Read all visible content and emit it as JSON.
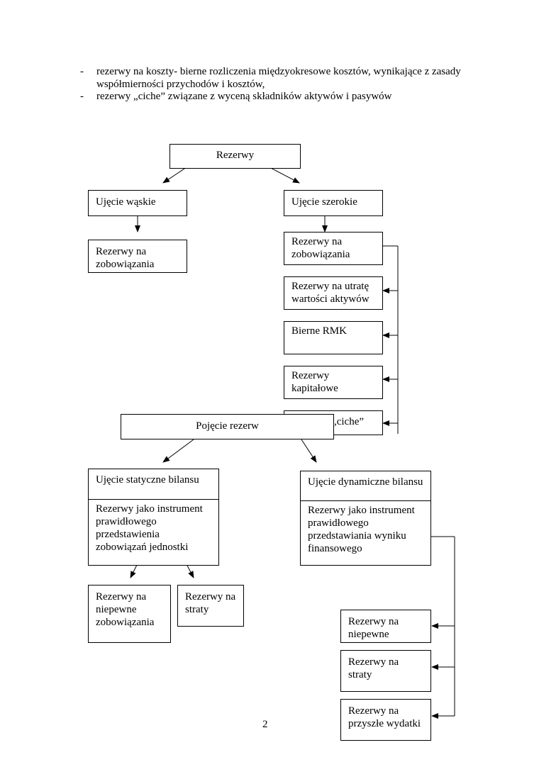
{
  "bullets": [
    {
      "marker": "-",
      "text": "rezerwy na koszty- bierne rozliczenia międzyokresowe kosztów, wynikające z zasady współmierności przychodów i kosztów,"
    },
    {
      "marker": "-",
      "text": "rezerwy „ciche” związane z wyceną składników aktywów i pasywów"
    }
  ],
  "diagram1": {
    "root": "Rezerwy",
    "narrow": "Ujęcie wąskie",
    "narrow_child": "Rezerwy na zobowiązania",
    "wide": "Ujęcie szerokie",
    "wide_children": [
      "Rezerwy na zobowiązania",
      "Rezerwy na utratę wartości aktywów",
      "Bierne RMK",
      "Rezerwy kapitałowe",
      "Rezerwy „ciche”"
    ]
  },
  "diagram2": {
    "root": "Pojęcie rezerw",
    "static_title": "Ujęcie statyczne bilansu",
    "static_desc": "Rezerwy jako instrument prawidłowego przedstawienia zobowiązań jednostki",
    "static_children": [
      "Rezerwy na niepewne zobowiązania",
      "Rezerwy na straty"
    ],
    "dynamic_title": "Ujęcie dynamiczne bilansu",
    "dynamic_desc": "Rezerwy jako instrument prawidłowego przedstawiania wyniku finansowego",
    "dynamic_children": [
      "Rezerwy na niepewne",
      "Rezerwy na straty",
      "Rezerwy na przyszłe wydatki"
    ]
  },
  "page_number": "2"
}
